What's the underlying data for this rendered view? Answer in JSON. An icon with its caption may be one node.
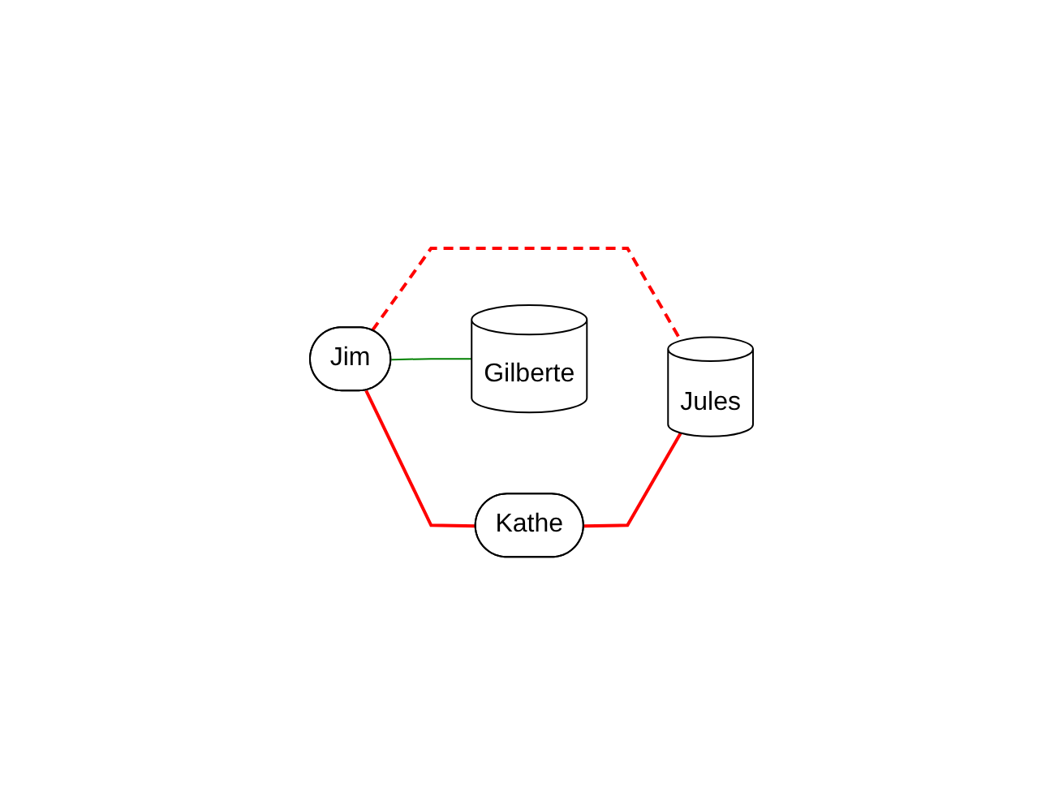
{
  "diagram": {
    "nodes": [
      {
        "text": [
          "Jim"
        ]
      },
      {
        "text": [
          "Kathe"
        ]
      },
      {
        "text": [
          "Jules"
        ]
      },
      {
        "text": [
          "Gilberte"
        ]
      }
    ],
    "edges": [
      {
        "from": 0,
        "to": 1,
        "arrow": "none"
      },
      {
        "from": 0,
        "to": 2,
        "arrow": "none",
        "style": "dashed"
      },
      {
        "from": 1,
        "to": 2,
        "arrow": "none"
      },
      {
        "from": 0,
        "to": 3,
        "arrow": "none",
        "color": "#008000"
      }
    ]
  }
}
